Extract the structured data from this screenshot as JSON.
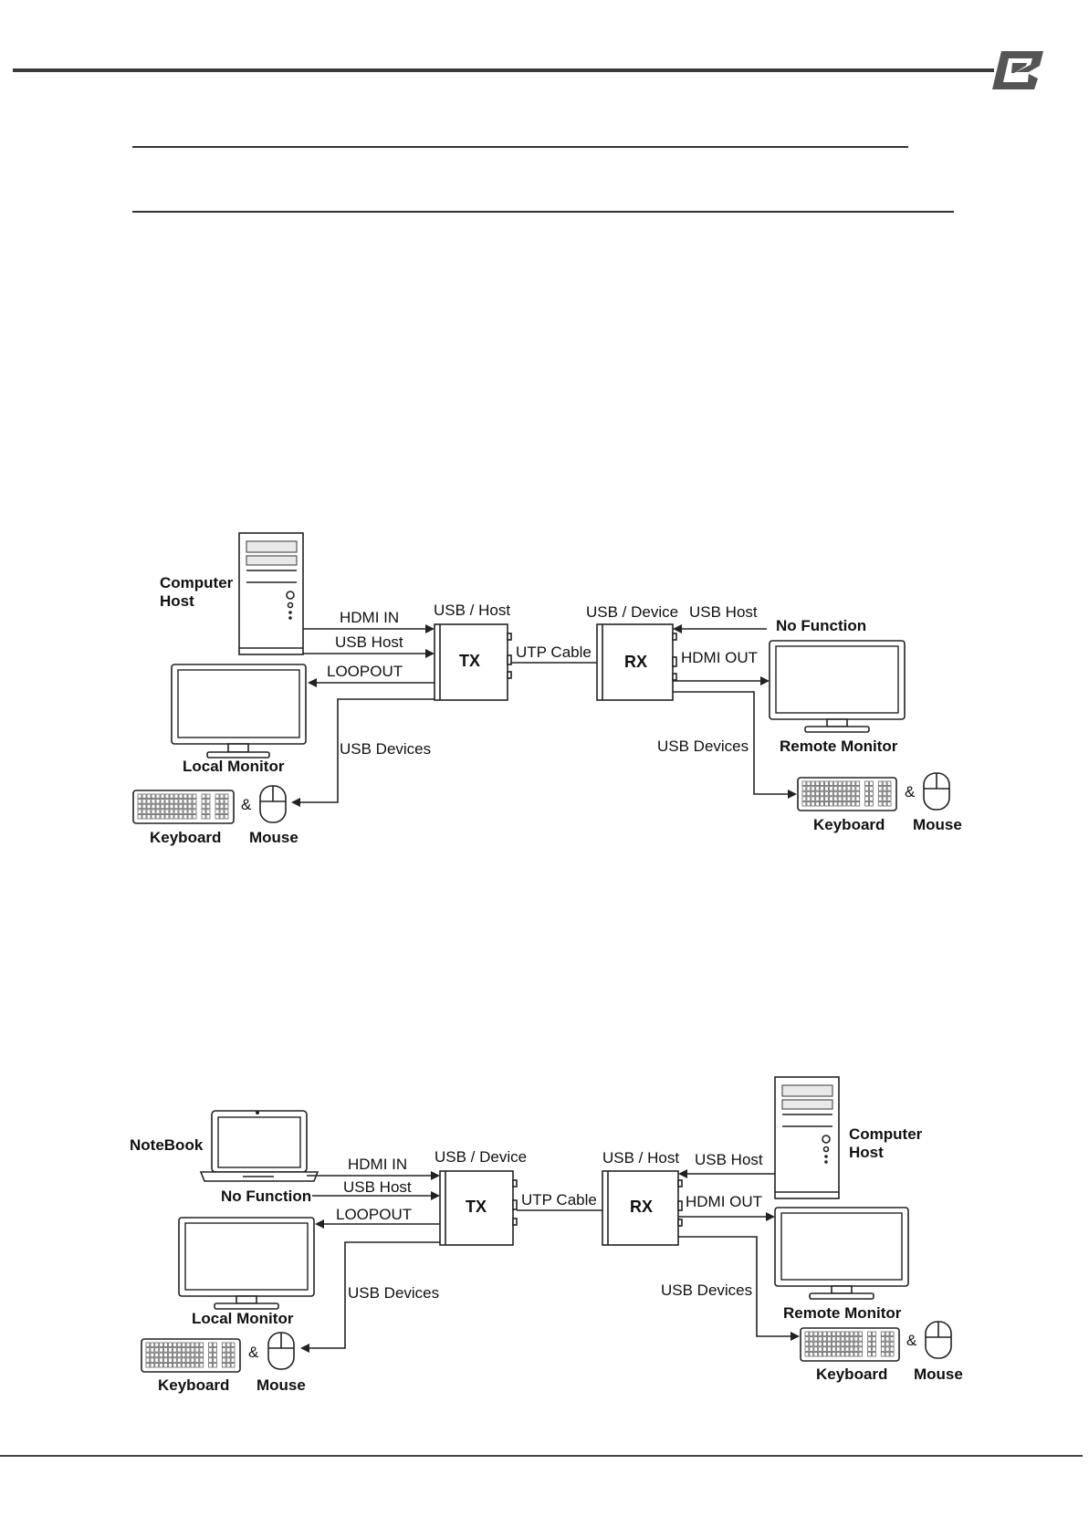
{
  "header": {
    "logo_icon": "b-logo-icon"
  },
  "diagram1": {
    "computer_host": [
      "Computer",
      "Host"
    ],
    "hdmi_in": "HDMI IN",
    "usb_host_left": "USB Host",
    "loopout": "LOOPOUT",
    "usb_devices_left": "USB Devices",
    "local_monitor": "Local Monitor",
    "keyboard_left": "Keyboard",
    "mouse_left": "Mouse",
    "amp_left": "&",
    "tx_port": "USB / Host",
    "tx": "TX",
    "utp_cable": "UTP Cable",
    "rx_port": "USB / Device",
    "rx": "RX",
    "usb_host_right": "USB Host",
    "no_function": "No Function",
    "hdmi_out": "HDMI OUT",
    "usb_devices_right": "USB Devices",
    "remote_monitor": "Remote Monitor",
    "keyboard_right": "Keyboard",
    "mouse_right": "Mouse",
    "amp_right": "&"
  },
  "diagram2": {
    "notebook": "NoteBook",
    "hdmi_in": "HDMI IN",
    "no_function": "No Function",
    "usb_host_left": "USB Host",
    "loopout": "LOOPOUT",
    "usb_devices_left": "USB Devices",
    "local_monitor": "Local Monitor",
    "keyboard_left": "Keyboard",
    "mouse_left": "Mouse",
    "amp_left": "&",
    "tx_port": "USB / Device",
    "tx": "TX",
    "utp_cable": "UTP Cable",
    "rx_port": "USB / Host",
    "rx": "RX",
    "usb_host_right": "USB Host",
    "computer_host": [
      "Computer",
      "Host"
    ],
    "hdmi_out": "HDMI OUT",
    "usb_devices_right": "USB Devices",
    "remote_monitor": "Remote Monitor",
    "keyboard_right": "Keyboard",
    "mouse_right": "Mouse",
    "amp_right": "&"
  }
}
